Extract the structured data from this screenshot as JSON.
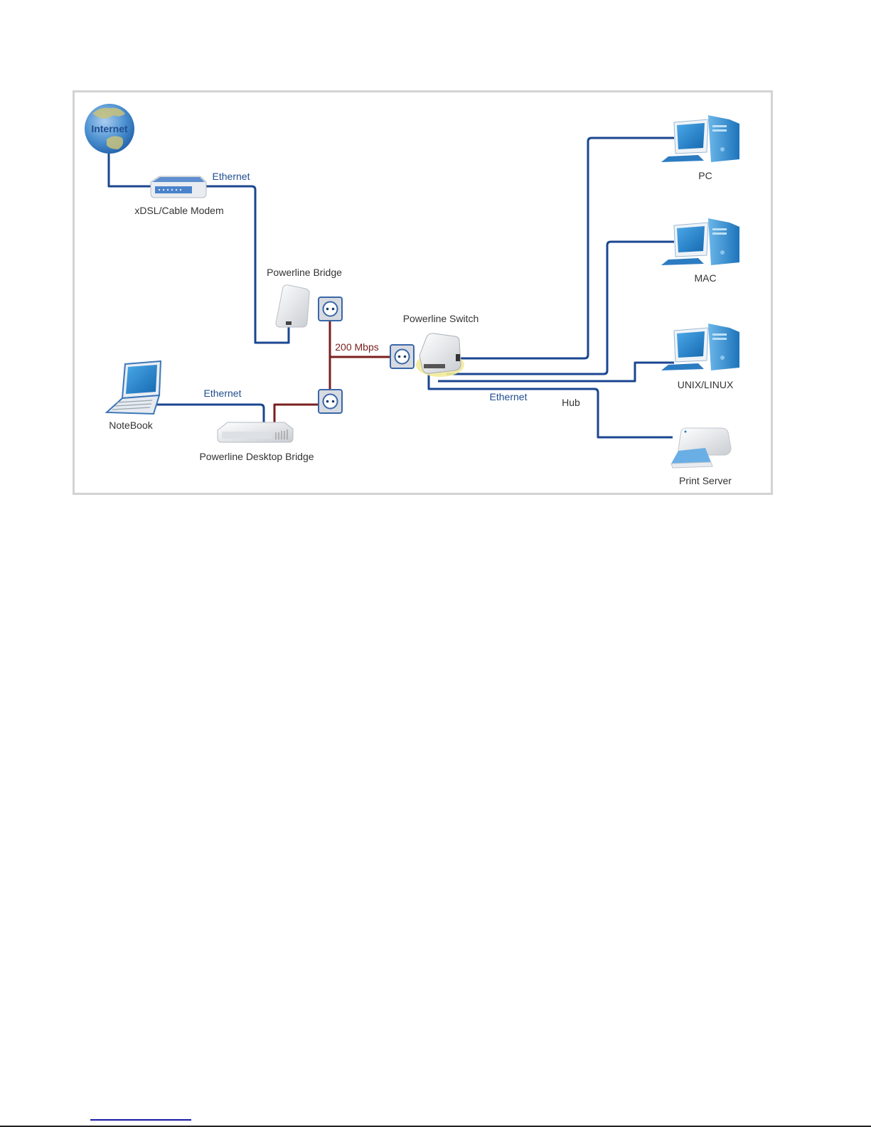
{
  "diagram": {
    "title": "Powerline network topology",
    "nodes": {
      "internet": {
        "label": "Internet"
      },
      "modem": {
        "label": "xDSL/Cable Modem"
      },
      "powerline_bridge": {
        "label": "Powerline Bridge"
      },
      "powerline_switch": {
        "label": "Powerline Switch"
      },
      "notebook": {
        "label": "NoteBook"
      },
      "desktop_bridge": {
        "label": "Powerline Desktop Bridge"
      },
      "pc": {
        "label": "PC"
      },
      "mac": {
        "label": "MAC"
      },
      "unix": {
        "label": "UNIX/LINUX"
      },
      "print_server": {
        "label": "Print Server"
      }
    },
    "edge_labels": {
      "modem_ethernet": "Ethernet",
      "notebook_ethernet": "Ethernet",
      "switch_ethernet": "Ethernet",
      "powerline_speed": "200 Mbps",
      "hub": "Hub"
    },
    "edges": [
      {
        "from": "Internet",
        "to": "xDSL/Cable Modem",
        "type": "ethernet"
      },
      {
        "from": "xDSL/Cable Modem",
        "to": "Powerline Bridge",
        "type": "ethernet",
        "label": "Ethernet"
      },
      {
        "from": "Powerline Bridge",
        "to": "Powerline Switch",
        "type": "powerline",
        "label": "200 Mbps"
      },
      {
        "from": "Powerline Desktop Bridge",
        "to": "Powerline Switch",
        "type": "powerline"
      },
      {
        "from": "NoteBook",
        "to": "Powerline Desktop Bridge",
        "type": "ethernet",
        "label": "Ethernet"
      },
      {
        "from": "Powerline Switch",
        "to": "PC",
        "type": "ethernet"
      },
      {
        "from": "Powerline Switch",
        "to": "MAC",
        "type": "ethernet"
      },
      {
        "from": "Powerline Switch",
        "to": "UNIX/LINUX",
        "type": "ethernet"
      },
      {
        "from": "Powerline Switch",
        "to": "Print Server",
        "type": "ethernet",
        "label": "Ethernet"
      }
    ],
    "colors": {
      "ethernet": "#1b4690",
      "powerline": "#7b1f1f",
      "frame": "#d3d3d3",
      "device_blue": "#1e7bc0"
    }
  }
}
